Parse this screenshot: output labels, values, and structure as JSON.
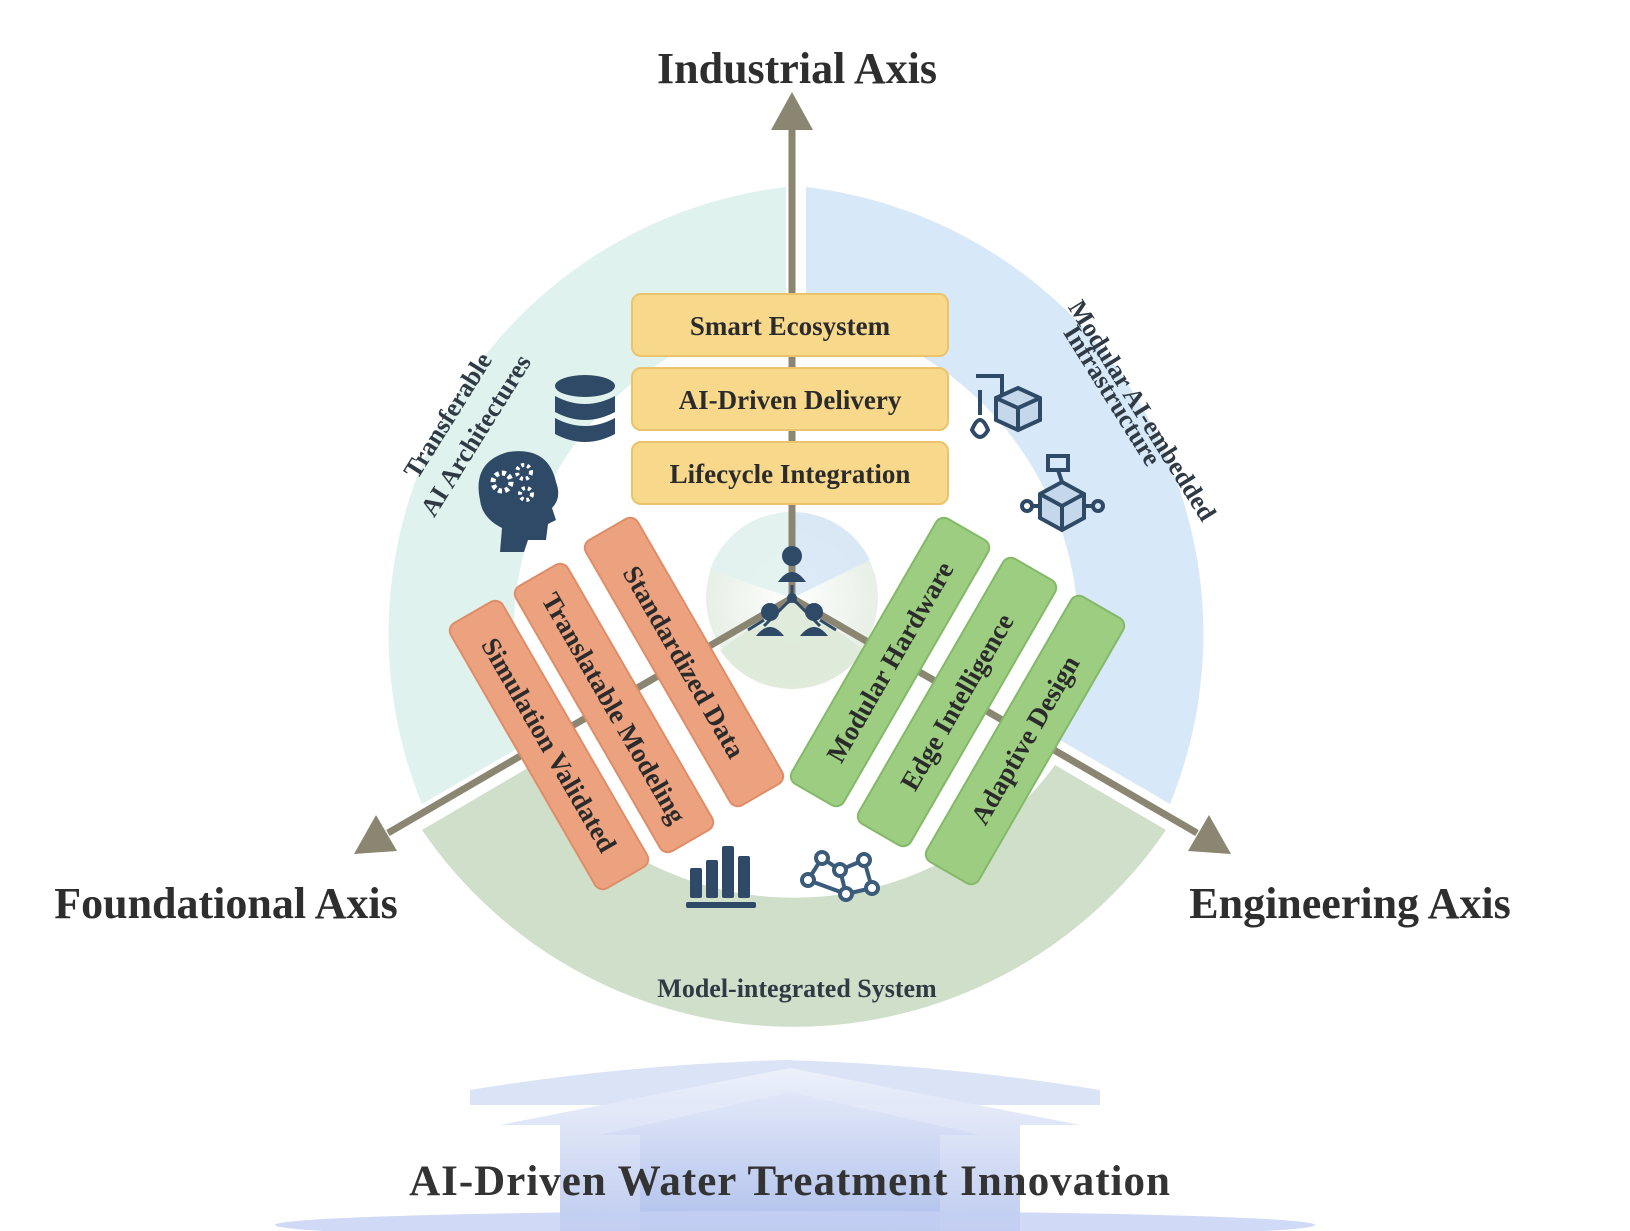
{
  "axes": {
    "industrial": "Industrial Axis",
    "foundational": "Foundational Axis",
    "engineering": "Engineering Axis"
  },
  "ring_segments": {
    "left_line1": "Transferable",
    "left_line2": "AI Architectures",
    "right_line1": "Modular AI-embedded",
    "right_line2": "Infrastructure",
    "bottom": "Model-integrated System"
  },
  "industrial_boxes": [
    "Smart Ecosystem",
    "AI-Driven Delivery",
    "Lifecycle Integration"
  ],
  "foundational_bars": [
    "Standardized Data",
    "Translatable Modeling",
    "Simulation Validated"
  ],
  "engineering_bars": [
    "Modular Hardware",
    "Edge Intelligence",
    "Adaptive Design"
  ],
  "footer_title": "AI-Driven Water Treatment Innovation",
  "colors": {
    "ring_left": "#dff2ee",
    "ring_right": "#d7e8f8",
    "ring_bottom": "#cfdfc9",
    "yellow_box": "#f8d98c",
    "orange_bar": "#eda27f",
    "green_bar": "#9ccd80",
    "axis_line": "#8a8672",
    "icon_navy": "#2f4a66"
  },
  "icons": [
    "database-icon",
    "brain-gears-icon",
    "flask-cube-icon",
    "cube-network-icon",
    "people-network-icon",
    "bar-chart-icon",
    "graph-network-icon",
    "upward-arrow-icon"
  ]
}
